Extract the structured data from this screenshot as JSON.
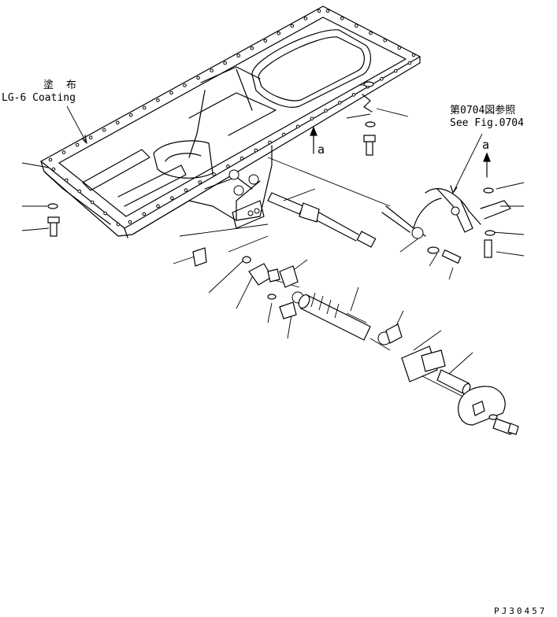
{
  "annotations": {
    "coating_jp": "塗 布",
    "coating_en": "LG-6 Coating",
    "ref_jp": "第0704図参照",
    "ref_en": "See Fig.0704",
    "view_marker_1": "a",
    "view_marker_2": "a",
    "drawing_number": "PJ30457"
  }
}
